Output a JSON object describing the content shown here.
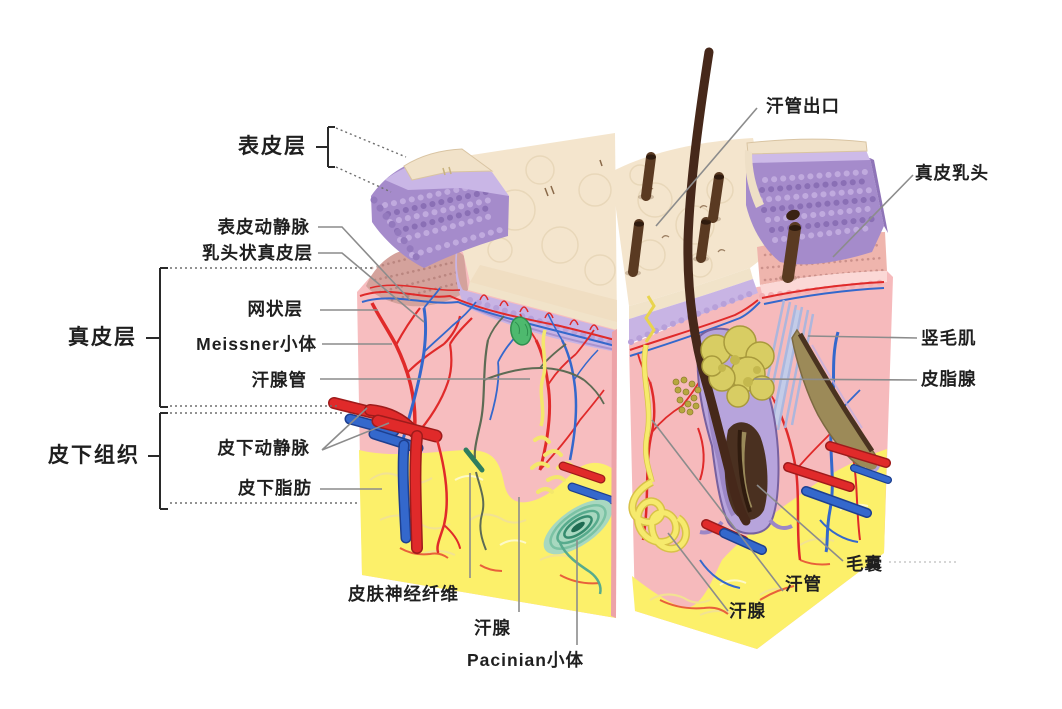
{
  "labels": {
    "epidermis": "表皮层",
    "epidermal_vessels": "表皮动静脉",
    "papillary_dermis": "乳头状真皮层",
    "dermis": "真皮层",
    "reticular_layer": "网状层",
    "meissner": "Meissner小体",
    "sweat_gland_duct": "汗腺管",
    "subcutaneous_tissue": "皮下组织",
    "subcutaneous_vessels": "皮下动静脉",
    "subcutaneous_fat": "皮下脂肪",
    "skin_nerve_fiber": "皮肤神经纤维",
    "sweat_gland_left": "汗腺",
    "pacinian": "Pacinian小体",
    "sweat_duct_outlet": "汗管出口",
    "dermal_papilla": "真皮乳头",
    "arrector_pili": "竖毛肌",
    "sebaceous_gland": "皮脂腺",
    "hair_follicle": "毛囊",
    "sweat_duct": "汗管",
    "sweat_gland_right": "汗腺"
  },
  "colors": {
    "surface_cream": "#f4e5cd",
    "epidermis_lavender": "#c8b4e4",
    "epidermis_purple_dark": "#a58bcb",
    "papillary_brown": "#d4a29c",
    "dermis_pink": "#f7bdbf",
    "fat_yellow": "#fcf06a",
    "artery_red": "#e02a2a",
    "vein_blue": "#3468cc",
    "nerve_olive": "#5d6b54",
    "meissner_green": "#4eb96e",
    "pacinian_teal": "#57ab8d",
    "sebaceous_olive": "#d8cd63",
    "hair_brown": "#46281a",
    "duct_yellow": "#f6ea6d",
    "leader_gray": "#8c8c8c",
    "text_color": "#1f1f1f"
  }
}
